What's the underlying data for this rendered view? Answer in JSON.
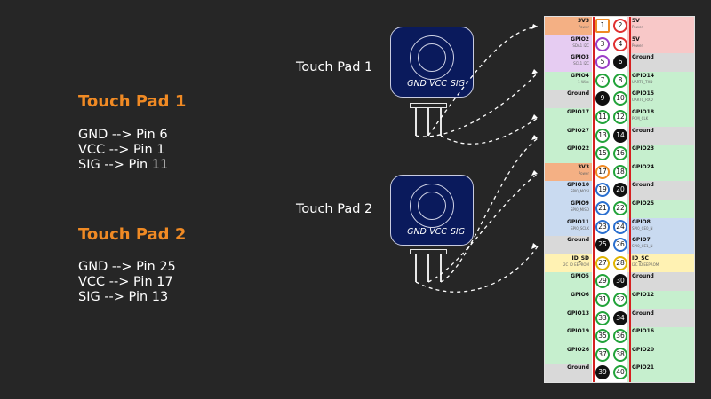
{
  "connections": [
    {
      "title": "Touch Pad 1",
      "lines": [
        "GND --> Pin 6",
        "VCC --> Pin 1",
        "SIG --> Pin 11"
      ]
    },
    {
      "title": "Touch Pad 2",
      "lines": [
        "GND --> Pin 25",
        "VCC --> Pin 17",
        "SIG --> Pin 13"
      ]
    }
  ],
  "sensors": [
    {
      "label": "Touch Pad 1",
      "pins": [
        "GND",
        "VCC",
        "SIG"
      ]
    },
    {
      "label": "Touch Pad 2",
      "pins": [
        "GND",
        "VCC",
        "SIG"
      ]
    }
  ],
  "colors": {
    "title": "#f08a24",
    "sensor_body": "#0a1a5c",
    "wire": "#ffffff",
    "rail": "#d62020",
    "power3v3": "#f4b084",
    "power5v": "#f8c8c8",
    "ground": "#d9d9d9",
    "gpio": "#c6efce",
    "i2c": "#e6ccf2",
    "uart": "#c6efce",
    "spi": "#c9daf0",
    "eeprom": "#fff2b3"
  },
  "pinout": [
    {
      "left": {
        "name": "3V3",
        "func": "Power",
        "type": "power3v3"
      },
      "right": {
        "name": "5V",
        "func": "Power",
        "type": "power5v"
      }
    },
    {
      "left": {
        "name": "GPIO2",
        "func": "SDA1 I2C",
        "type": "i2c"
      },
      "right": {
        "name": "5V",
        "func": "Power",
        "type": "power5v"
      }
    },
    {
      "left": {
        "name": "GPIO3",
        "func": "SCL1 I2C",
        "type": "i2c"
      },
      "right": {
        "name": "Ground",
        "func": "",
        "type": "ground"
      }
    },
    {
      "left": {
        "name": "GPIO4",
        "func": "1-Wire",
        "type": "gpio"
      },
      "right": {
        "name": "GPIO14",
        "func": "UART0_TXD",
        "type": "uart"
      }
    },
    {
      "left": {
        "name": "Ground",
        "func": "",
        "type": "ground"
      },
      "right": {
        "name": "GPIO15",
        "func": "UART0_RXD",
        "type": "uart"
      }
    },
    {
      "left": {
        "name": "GPIO17",
        "func": "",
        "type": "gpio"
      },
      "right": {
        "name": "GPIO18",
        "func": "PCM_CLK",
        "type": "gpio"
      }
    },
    {
      "left": {
        "name": "GPIO27",
        "func": "",
        "type": "gpio"
      },
      "right": {
        "name": "Ground",
        "func": "",
        "type": "ground"
      }
    },
    {
      "left": {
        "name": "GPIO22",
        "func": "",
        "type": "gpio"
      },
      "right": {
        "name": "GPIO23",
        "func": "",
        "type": "gpio"
      }
    },
    {
      "left": {
        "name": "3V3",
        "func": "Power",
        "type": "power3v3"
      },
      "right": {
        "name": "GPIO24",
        "func": "",
        "type": "gpio"
      }
    },
    {
      "left": {
        "name": "GPIO10",
        "func": "SPI0_MOSI",
        "type": "spi"
      },
      "right": {
        "name": "Ground",
        "func": "",
        "type": "ground"
      }
    },
    {
      "left": {
        "name": "GPIO9",
        "func": "SPI0_MISO",
        "type": "spi"
      },
      "right": {
        "name": "GPIO25",
        "func": "",
        "type": "gpio"
      }
    },
    {
      "left": {
        "name": "GPIO11",
        "func": "SPI0_SCLK",
        "type": "spi"
      },
      "right": {
        "name": "GPIO8",
        "func": "SPI0_CE0_N",
        "type": "spi"
      }
    },
    {
      "left": {
        "name": "Ground",
        "func": "",
        "type": "ground"
      },
      "right": {
        "name": "GPIO7",
        "func": "SPI0_CE1_N",
        "type": "spi"
      }
    },
    {
      "left": {
        "name": "ID_SD",
        "func": "I2C ID EEPROM",
        "type": "eeprom"
      },
      "right": {
        "name": "ID_SC",
        "func": "I2C ID EEPROM",
        "type": "eeprom"
      }
    },
    {
      "left": {
        "name": "GPIO5",
        "func": "",
        "type": "gpio"
      },
      "right": {
        "name": "Ground",
        "func": "",
        "type": "ground"
      }
    },
    {
      "left": {
        "name": "GPIO6",
        "func": "",
        "type": "gpio"
      },
      "right": {
        "name": "GPIO12",
        "func": "",
        "type": "gpio"
      }
    },
    {
      "left": {
        "name": "GPIO13",
        "func": "",
        "type": "gpio"
      },
      "right": {
        "name": "Ground",
        "func": "",
        "type": "ground"
      }
    },
    {
      "left": {
        "name": "GPIO19",
        "func": "",
        "type": "gpio"
      },
      "right": {
        "name": "GPIO16",
        "func": "",
        "type": "gpio"
      }
    },
    {
      "left": {
        "name": "GPIO26",
        "func": "",
        "type": "gpio"
      },
      "right": {
        "name": "GPIO20",
        "func": "",
        "type": "gpio"
      }
    },
    {
      "left": {
        "name": "Ground",
        "func": "",
        "type": "ground"
      },
      "right": {
        "name": "GPIO21",
        "func": "",
        "type": "gpio"
      }
    }
  ]
}
